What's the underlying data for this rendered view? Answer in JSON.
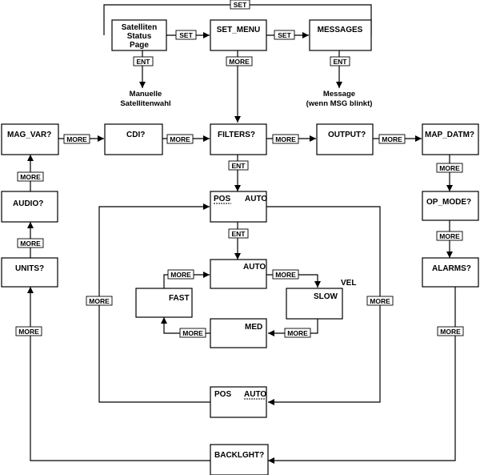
{
  "boxes": {
    "satstatus": [
      "Satelliten",
      "Status",
      "Page"
    ],
    "set_menu": "SET_MENU",
    "messages": "MESSAGES",
    "mag_var": "MAG_VAR?",
    "cdi": "CDI?",
    "filters": "FILTERS?",
    "output": "OUTPUT?",
    "map_datm": "MAP_DATM?",
    "audio": "AUDIO?",
    "op_mode": "OP_MODE?",
    "units": "UNITS?",
    "alarms": "ALARMS?",
    "pos_auto_top": {
      "pos": "POS",
      "auto": "AUTO"
    },
    "auto": "AUTO",
    "fast": "FAST",
    "slow": "SLOW",
    "vel": "VEL",
    "med": "MED",
    "pos_auto_bottom": {
      "pos": "POS",
      "auto": "AUTO"
    },
    "backlght": "BACKLGHT?"
  },
  "notes": {
    "manuelle": [
      "Manuelle",
      "Satellitenwahl"
    ],
    "message": [
      "Message",
      "(wenn MSG blinkt)"
    ]
  },
  "labels": {
    "set": "SET",
    "ent": "ENT",
    "more": "MORE"
  }
}
